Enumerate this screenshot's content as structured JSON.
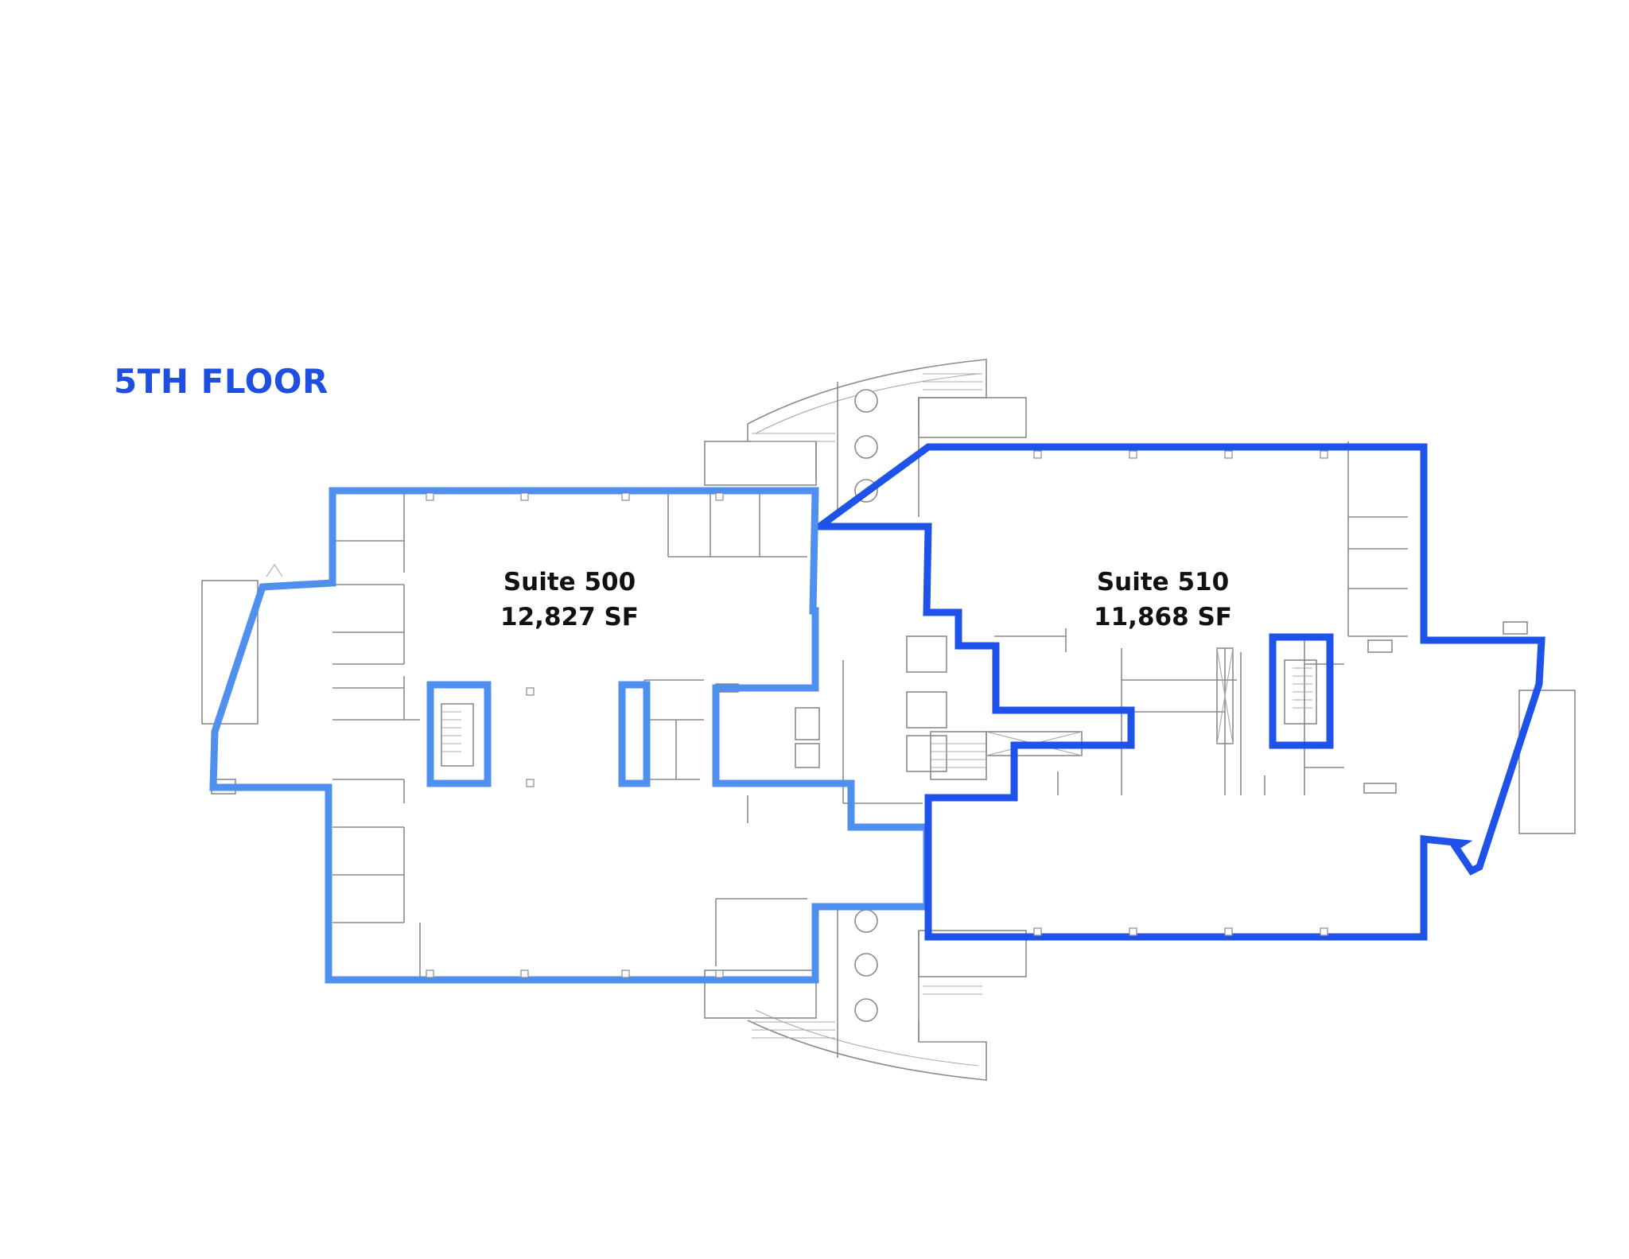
{
  "floor": {
    "title": "5TH FLOOR",
    "title_color": "#1f4fe0"
  },
  "suites": [
    {
      "id": "suite-500",
      "name": "Suite 500",
      "area": "12,827 SF",
      "outline_color": "#4f8fee"
    },
    {
      "id": "suite-510",
      "name": "Suite 510",
      "area": "11,868 SF",
      "outline_color": "#1f52e8"
    }
  ],
  "legend_colors": {
    "suite_500_outline": "#4f8fee",
    "suite_510_outline": "#1f52e8",
    "walls": "#8a8a8a",
    "background": "#ffffff"
  }
}
